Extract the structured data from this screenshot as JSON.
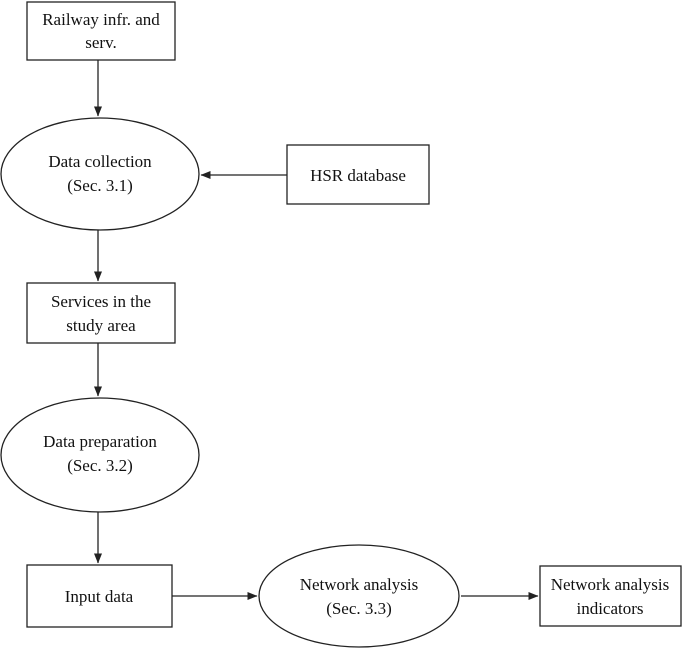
{
  "diagram": {
    "type": "flowchart",
    "nodes": {
      "railway": {
        "shape": "rectangle",
        "lines": [
          "Railway infr. and",
          "serv."
        ]
      },
      "data_collection": {
        "shape": "ellipse",
        "lines": [
          "Data collection",
          "(Sec. 3.1)"
        ]
      },
      "hsr_database": {
        "shape": "rectangle",
        "lines": [
          "HSR database"
        ]
      },
      "services": {
        "shape": "rectangle",
        "lines": [
          "Services in the",
          "study area"
        ]
      },
      "data_preparation": {
        "shape": "ellipse",
        "lines": [
          "Data preparation",
          "(Sec. 3.2)"
        ]
      },
      "input_data": {
        "shape": "rectangle",
        "lines": [
          "Input data"
        ]
      },
      "network_analysis": {
        "shape": "ellipse",
        "lines": [
          "Network analysis",
          "(Sec. 3.3)"
        ]
      },
      "indicators": {
        "shape": "rectangle",
        "lines": [
          "Network analysis",
          "indicators"
        ]
      }
    },
    "edges": [
      {
        "from": "railway",
        "to": "data_collection"
      },
      {
        "from": "hsr_database",
        "to": "data_collection"
      },
      {
        "from": "data_collection",
        "to": "services"
      },
      {
        "from": "services",
        "to": "data_preparation"
      },
      {
        "from": "data_preparation",
        "to": "input_data"
      },
      {
        "from": "input_data",
        "to": "network_analysis"
      },
      {
        "from": "network_analysis",
        "to": "indicators"
      }
    ]
  }
}
